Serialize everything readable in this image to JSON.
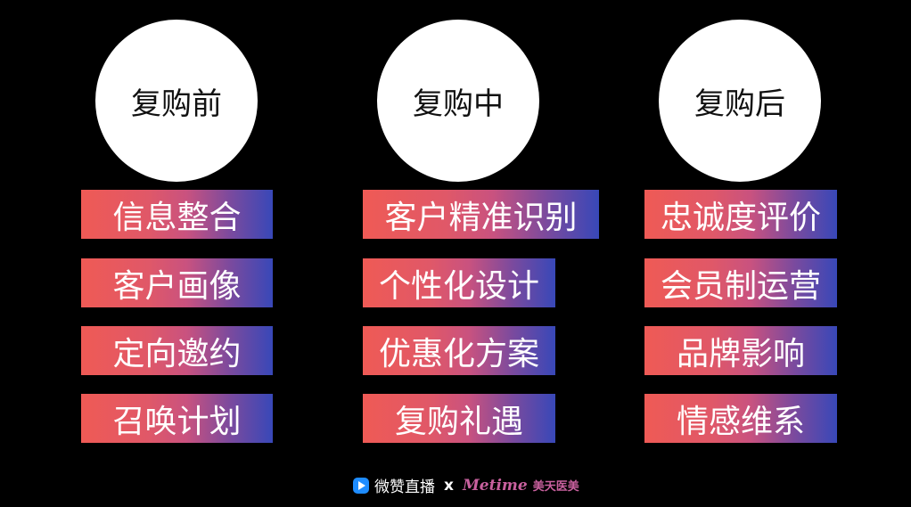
{
  "columns": [
    {
      "title": "复购前",
      "items": [
        "信息整合",
        "客户画像",
        "定向邀约",
        "召唤计划"
      ]
    },
    {
      "title": "复购中",
      "items": [
        "客户精准识别",
        "个性化设计",
        "优惠化方案",
        "复购礼遇"
      ]
    },
    {
      "title": "复购后",
      "items": [
        "忠诚度评价",
        "会员制运营",
        "品牌影响",
        "情感维系"
      ]
    }
  ],
  "footer": {
    "brand1": "微赞直播",
    "separator": "x",
    "brand2": "Metime",
    "brand2_cn": "美天医美"
  },
  "colors": {
    "gradient_start": "#ef5a55",
    "gradient_end": "#3848b8"
  }
}
